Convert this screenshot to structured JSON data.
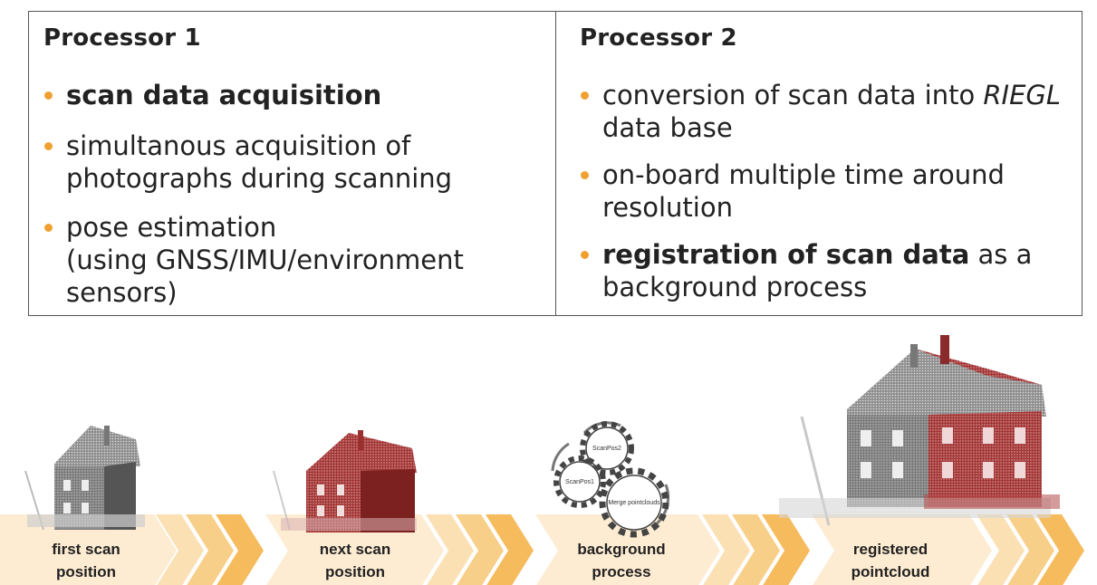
{
  "processor1": {
    "title": "Processor 1",
    "bullets": [
      {
        "strong": "scan data acquisition"
      },
      {
        "line1": "simultanous acquisition of",
        "line2": "photographs during scanning"
      },
      {
        "line1": "pose estimation",
        "line2": "(using GNSS/IMU/environment",
        "line3": "sensors)"
      }
    ]
  },
  "processor2": {
    "title": "Processor 2",
    "bullets": [
      {
        "line1a": "conversion of scan data into ",
        "line1b": "RIEGL",
        "line2": "data base"
      },
      {
        "line1": "on-board multiple time around",
        "line2": "resolution"
      },
      {
        "strong": "registration of scan data",
        "rest": " as a",
        "line2": "background process"
      }
    ]
  },
  "stages": [
    {
      "line1": "first scan",
      "line2": "position"
    },
    {
      "line1": "next scan",
      "line2": "position"
    },
    {
      "line1": "background",
      "line2": "process"
    },
    {
      "line1": "registered",
      "line2": "pointcloud"
    }
  ],
  "gears": [
    "ScanPos2",
    "ScanPos1",
    "Merge pointclouds"
  ],
  "colors": {
    "bullet": "#f0a030",
    "arrow_light": "#fbe6c4",
    "arrow_mid": "#f8d49a",
    "arrow_dark": "#f2b04a",
    "house_gray": "#6a6a6a",
    "house_red": "#9e2a2a"
  }
}
